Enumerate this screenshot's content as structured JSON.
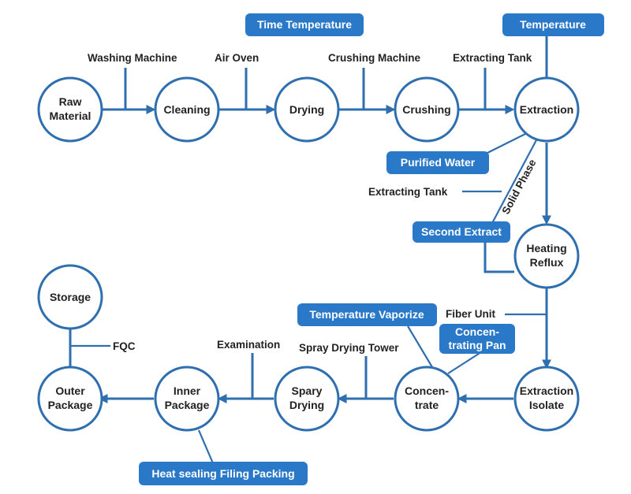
{
  "nodes": {
    "raw_material": [
      "Raw",
      "Material"
    ],
    "cleaning": [
      "Cleaning"
    ],
    "drying": [
      "Drying"
    ],
    "crushing": [
      "Crushing"
    ],
    "extraction": [
      "Extraction"
    ],
    "heating_reflux": [
      "Heating",
      "Reflux"
    ],
    "extraction_isolate": [
      "Extraction",
      "Isolate"
    ],
    "concentrate": [
      "Concen-",
      "trate"
    ],
    "spary_drying": [
      "Spary",
      "Drying"
    ],
    "inner_package": [
      "Inner",
      "Package"
    ],
    "outer_package": [
      "Outer",
      "Package"
    ],
    "storage": [
      "Storage"
    ]
  },
  "labels": {
    "washing_machine": "Washing Machine",
    "air_oven": "Air Oven",
    "crushing_machine": "Crushing Machine",
    "extracting_tank_top": "Extracting Tank",
    "extracting_tank_mid": "Extracting Tank",
    "solid_phase": "Solid Phase",
    "fiber_unit": "Fiber Unit",
    "spray_drying_tower": "Spray Drying Tower",
    "examination": "Examination",
    "fqc": "FQC"
  },
  "tags": {
    "time_temperature": "Time Temperature",
    "temperature": "Temperature",
    "purified_water": "Purified Water",
    "second_extract": "Second Extract",
    "temperature_vaporize": "Temperature Vaporize",
    "concentrating_pan": [
      "Concen-",
      "trating Pan"
    ],
    "heat_sealing": "Heat sealing Filing Packing"
  },
  "colors": {
    "line": "#2f6fb0",
    "tag": "#2a78c8",
    "text": "#222222"
  }
}
